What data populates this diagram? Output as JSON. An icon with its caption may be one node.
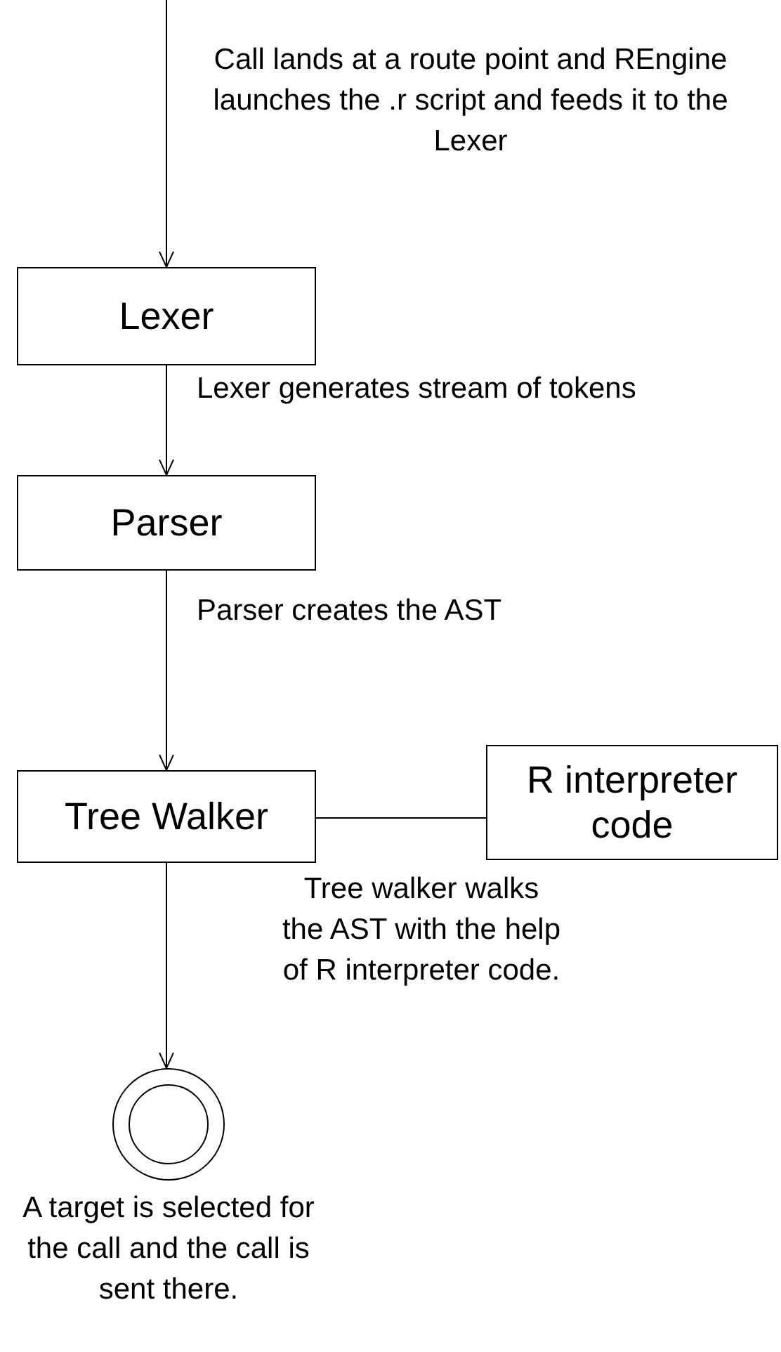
{
  "diagram": {
    "nodes": [
      {
        "text": [
          "Lexer"
        ]
      },
      {
        "text": [
          "Parser"
        ]
      },
      {
        "text": [
          "Tree Walker"
        ]
      },
      {
        "text": [
          "R interpreter code"
        ]
      },
      {
        "text": [],
        "shape": "circle",
        "beside": [
          "A target is selected for the call and the call is sent there."
        ]
      }
    ],
    "edges": [
      {
        "from": null,
        "to": 0,
        "arrow": "to",
        "label": "Call lands at a route point and REngine launches the .r script and feeds it to the Lexer"
      },
      {
        "from": 0,
        "to": 1,
        "arrow": "to",
        "label": "Lexer generates stream of tokens"
      },
      {
        "from": 1,
        "to": 2,
        "arrow": "to",
        "label": "Parser creates the AST"
      },
      {
        "from": 2,
        "to": 3,
        "arrow": "none"
      },
      {
        "from": 2,
        "to": 4,
        "arrow": "to",
        "label": "Tree walker walks the AST with the help of R interpreter code."
      }
    ]
  }
}
